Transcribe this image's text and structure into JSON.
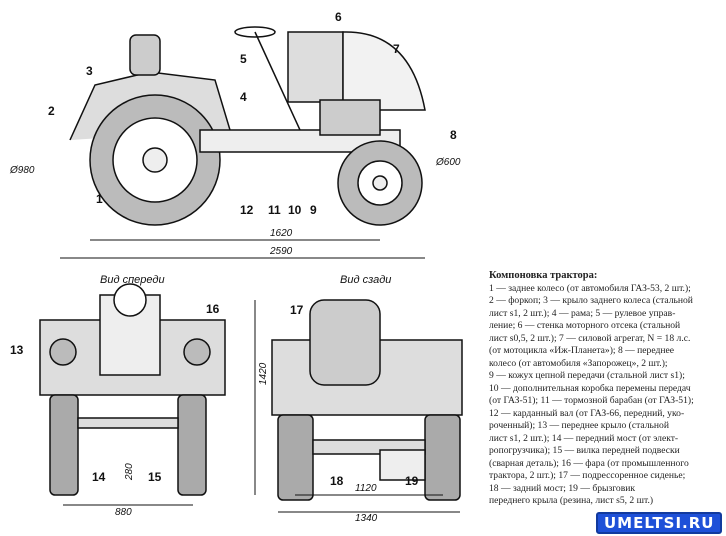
{
  "labels": {
    "n1": "1",
    "n2": "2",
    "n3": "3",
    "n4": "4",
    "n5": "5",
    "n6": "6",
    "n7": "7",
    "n8": "8",
    "n9": "9",
    "n10": "10",
    "n11": "11",
    "n12": "12",
    "n13": "13",
    "n14": "14",
    "n15": "15",
    "n16": "16",
    "n17": "17",
    "n18": "18",
    "n19": "19"
  },
  "dimensions": {
    "rear_wheel": "Ø980",
    "front_wheel": "Ø600",
    "wheelbase": "1620",
    "length": "2590",
    "height": "1420",
    "front_track": "880",
    "clearance": "280",
    "rear_track": "1120",
    "width": "1340"
  },
  "views": {
    "front": "Вид спереди",
    "rear": "Вид сзади"
  },
  "legend": {
    "title": "Компоновка трактора:",
    "lines": [
      "1 — заднее колесо (от автомобиля ГАЗ-53, 2 шт.);",
      "2 — форкоп; 3 — крыло заднего колеса (стальной",
      "лист s1, 2 шт.); 4 — рама; 5 — рулевое управ-",
      "ление; 6 — стенка моторного отсека (стальной",
      "лист s0,5, 2 шт.); 7 — силовой агрегат, N = 18 л.с.",
      "(от мотоцикла «Иж-Планета»); 8 — переднее",
      "колесо (от автомобиля «Запорожец», 2 шт.);",
      "9 — кожух цепной передачи (стальной лист s1);",
      "10 — дополнительная коробка перемены передач",
      "(от ГАЗ-51); 11 — тормозной барабан (от ГАЗ-51);",
      "12 — карданный вал (от ГАЗ-66, передний, уко-",
      "роченный); 13 — переднее крыло (стальной",
      "лист s1, 2 шт.); 14 — передний мост (от элект-",
      "ропогрузчика); 15 — вилка передней подвески",
      "(сварная деталь); 16 — фара (от промышленного",
      "трактора, 2 шт.); 17 — подрессоренное сиденье;",
      "18 — задний мост; 19 — брызговик",
      "переднего крыла (резина, лист s5, 2 шт.)"
    ]
  },
  "watermark": "UMELTSI.RU"
}
